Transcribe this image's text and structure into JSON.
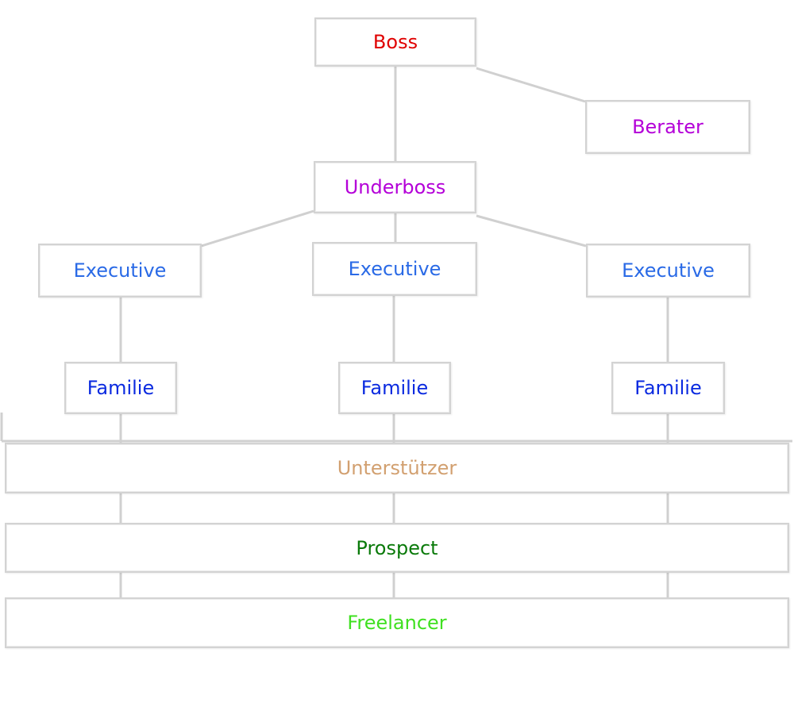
{
  "colors": {
    "boss": "#e00000",
    "berater": "#b400d8",
    "underboss": "#b400d8",
    "executive": "#2a6ae6",
    "familie": "#0a2ae0",
    "unterstuetzer": "#d2a070",
    "prospect": "#0a7a0a",
    "freelancer": "#3fe020",
    "line": "#d0d0d0"
  },
  "nodes": {
    "boss": "Boss",
    "berater": "Berater",
    "underboss": "Underboss",
    "executives": [
      "Executive",
      "Executive",
      "Executive"
    ],
    "familien": [
      "Familie",
      "Familie",
      "Familie"
    ],
    "unterstuetzer": "Unterstützer",
    "prospect": "Prospect",
    "freelancer": "Freelancer"
  }
}
